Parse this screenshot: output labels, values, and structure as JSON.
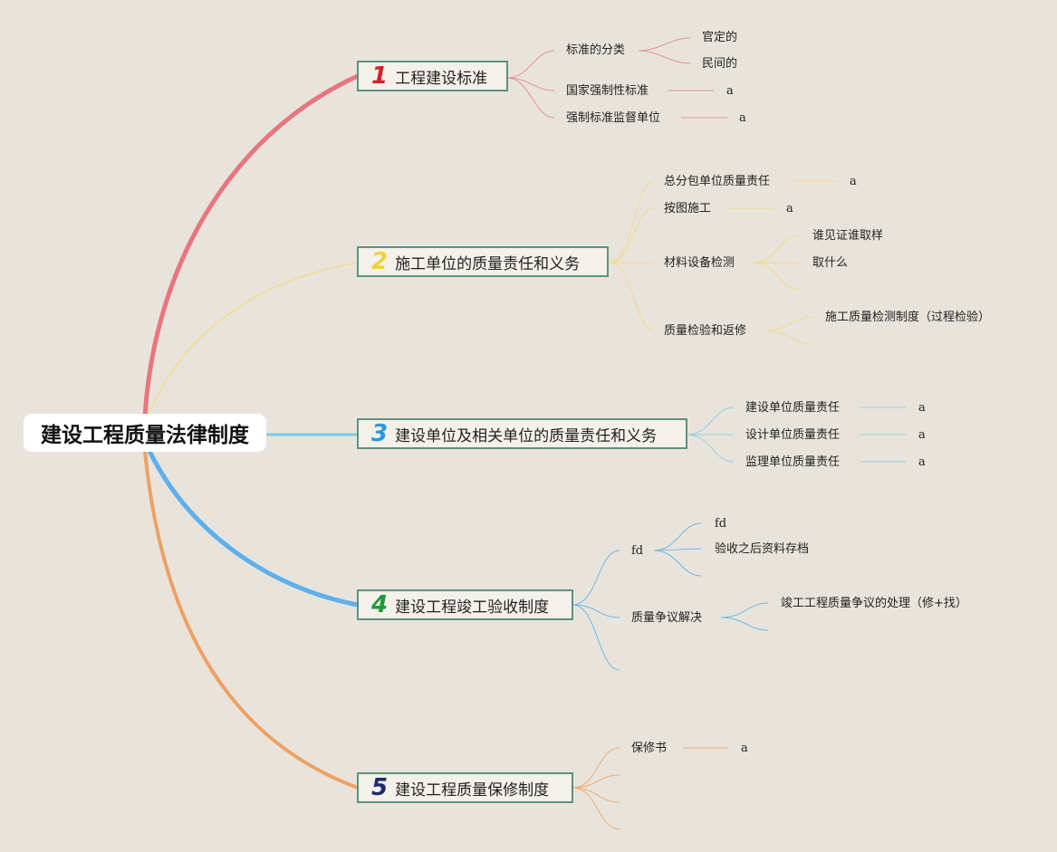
{
  "root": {
    "label": "建设工程质量法律制度"
  },
  "branches": [
    {
      "number": "1",
      "label": "工程建设标准",
      "color": "#e8707a",
      "children": [
        {
          "label": "标准的分类",
          "children": [
            "官定的",
            "民间的"
          ]
        },
        {
          "label": "国家强制性标准",
          "note": "a"
        },
        {
          "label": "强制标准监督单位",
          "note": "a"
        }
      ]
    },
    {
      "number": "2",
      "label": "施工单位的质量责任和义务",
      "color": "#f2d45c",
      "children": [
        {
          "label": "总分包单位质量责任",
          "note": "a"
        },
        {
          "label": "按图施工",
          "note": "a"
        },
        {
          "label": "材料设备检测",
          "children": [
            "谁见证谁取样",
            "取什么"
          ]
        },
        {
          "label": "质量检验和返修",
          "children": [
            "施工质量检测制度（过程检验）"
          ]
        }
      ]
    },
    {
      "number": "3",
      "label": "建设单位及相关单位的质量责任和义务",
      "color": "#5aaee8",
      "children": [
        {
          "label": "建设单位质量责任",
          "note": "a"
        },
        {
          "label": "设计单位质量责任",
          "note": "a"
        },
        {
          "label": "监理单位质量责任",
          "note": "a"
        }
      ]
    },
    {
      "number": "4",
      "label": "建设工程竣工验收制度",
      "color": "#1f9a3a",
      "children": [
        {
          "label": "fd",
          "children": [
            "fd",
            "验收之后资料存档"
          ]
        },
        {
          "label": "质量争议解决",
          "children": [
            "竣工工程质量争议的处理（修+找）"
          ]
        }
      ]
    },
    {
      "number": "5",
      "label": "建设工程质量保修制度",
      "color": "#1c2b6e",
      "children": [
        {
          "label": "保修书",
          "note": "a"
        }
      ]
    }
  ],
  "line_colors": {
    "b1": "#e8707a",
    "b2": "#f5d98a",
    "b3": "#7cc6e6",
    "b4": "#5fb0ea",
    "b5": "#eba062"
  }
}
